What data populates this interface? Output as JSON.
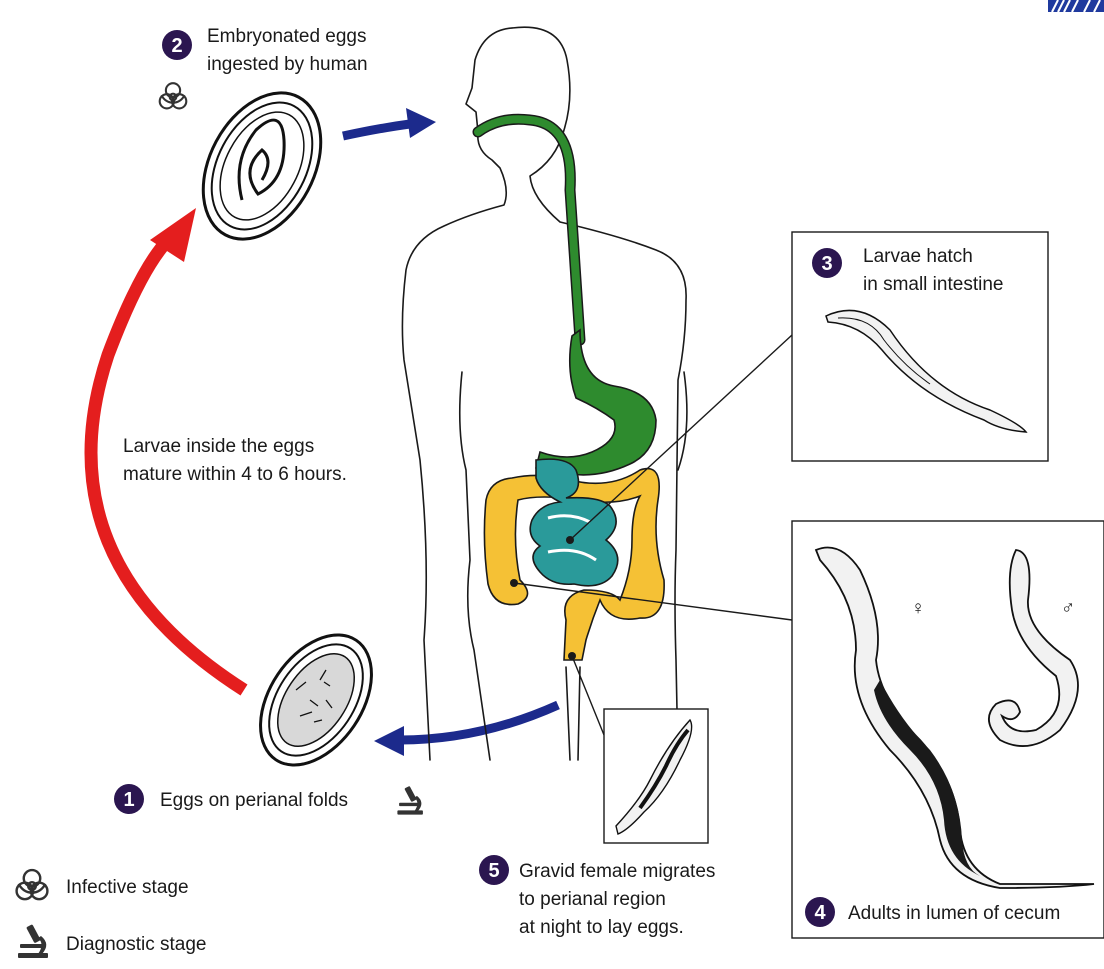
{
  "colors": {
    "badge": "#2b1650",
    "red_arrow": "#e41e1e",
    "blue_arrow": "#1c2a8c",
    "esophagus_stomach": "#2e8b2e",
    "small_intestine": "#2a9a9a",
    "large_intestine": "#f5c135",
    "corner_logo": "#1f3a9e"
  },
  "steps": [
    {
      "num": "1",
      "lines": [
        "Eggs on perianal folds"
      ],
      "icon": "microscope-icon"
    },
    {
      "num": "2",
      "lines": [
        "Embryonated eggs",
        "ingested by human"
      ],
      "icon": "biohazard-icon"
    },
    {
      "num": "3",
      "lines": [
        "Larvae hatch",
        "in small intestine"
      ]
    },
    {
      "num": "4",
      "lines": [
        "Adults in lumen of cecum"
      ]
    },
    {
      "num": "5",
      "lines": [
        "Gravid female migrates",
        "to perianal region",
        "at night to lay eggs."
      ]
    }
  ],
  "maturation_note": [
    "Larvae inside the eggs",
    "mature within 4 to 6 hours."
  ],
  "sex_symbols": {
    "female": "♀",
    "male": "♂"
  },
  "legend": [
    {
      "icon": "biohazard-icon",
      "label": "Infective stage"
    },
    {
      "icon": "microscope-icon",
      "label": "Diagnostic stage"
    }
  ]
}
